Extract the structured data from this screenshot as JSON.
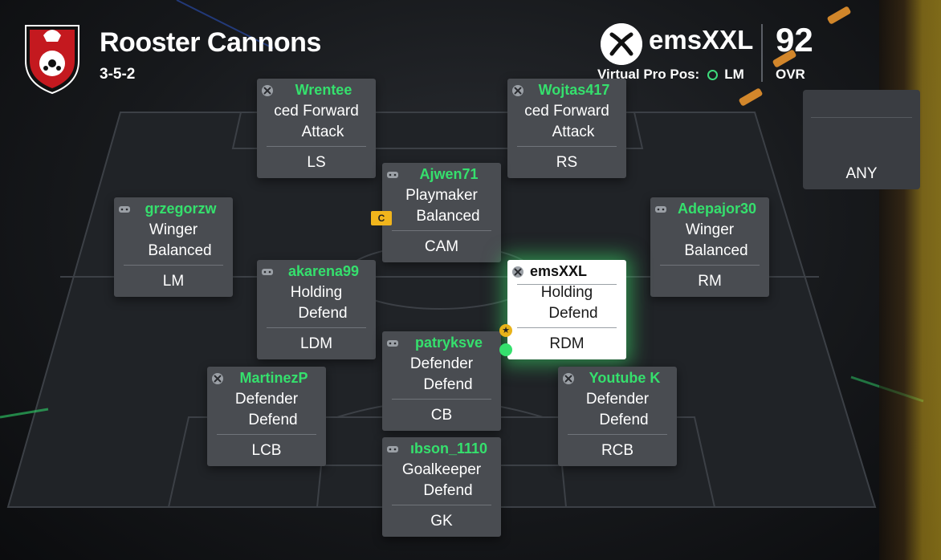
{
  "header": {
    "team_name": "Rooster Cannons",
    "formation": "3-5-2",
    "crest_icon": "rooster-cannons-crest-icon"
  },
  "user": {
    "platform_icon": "xbox-icon",
    "name": "emsXXL",
    "virtual_pro_label": "Virtual Pro Pos:",
    "virtual_pro_pos": "LM",
    "ovr_value": "92",
    "ovr_label": "OVR"
  },
  "slot_any": {
    "label": "ANY"
  },
  "badges": {
    "captain": "C"
  },
  "players": [
    {
      "id": "ls",
      "name": "Wrentee",
      "role": "ced Forward",
      "style": "Attack",
      "pos": "LS",
      "icon": "xbox-icon"
    },
    {
      "id": "rs",
      "name": "Wojtas417",
      "role": "ced Forward",
      "style": "Attack",
      "pos": "RS",
      "icon": "xbox-icon"
    },
    {
      "id": "cam",
      "name": "Ajwen71",
      "role": "Playmaker",
      "style": "Balanced",
      "pos": "CAM",
      "icon": "controller-icon"
    },
    {
      "id": "lm",
      "name": "grzegorzw",
      "role": "Winger",
      "style": "Balanced",
      "pos": "LM",
      "icon": "controller-icon"
    },
    {
      "id": "rm",
      "name": "Adepajor30",
      "role": "Winger",
      "style": "Balanced",
      "pos": "RM",
      "icon": "controller-icon"
    },
    {
      "id": "ldm",
      "name": "akarena99",
      "role": "Holding",
      "style": "Defend",
      "pos": "LDM",
      "icon": "controller-icon"
    },
    {
      "id": "rdm",
      "name": "emsXXL",
      "role": "Holding",
      "style": "Defend",
      "pos": "RDM",
      "icon": "xbox-icon",
      "selected": true
    },
    {
      "id": "cb",
      "name": "patryksve",
      "role": "Defender",
      "style": "Defend",
      "pos": "CB",
      "icon": "controller-icon"
    },
    {
      "id": "lcb",
      "name": "MartinezP",
      "role": "Defender",
      "style": "Defend",
      "pos": "LCB",
      "icon": "xbox-icon"
    },
    {
      "id": "rcb",
      "name": "Youtube K",
      "role": "Defender",
      "style": "Defend",
      "pos": "RCB",
      "icon": "xbox-icon"
    },
    {
      "id": "gk",
      "name": "ıbson_1110",
      "role": "Goalkeeper",
      "style": "Defend",
      "pos": "GK",
      "icon": "controller-icon"
    }
  ],
  "colors": {
    "name_green": "#35e06d",
    "card_gray": "#494c51",
    "captain_yellow": "#f1b51c",
    "highlight_glow": "#3ce66e"
  }
}
